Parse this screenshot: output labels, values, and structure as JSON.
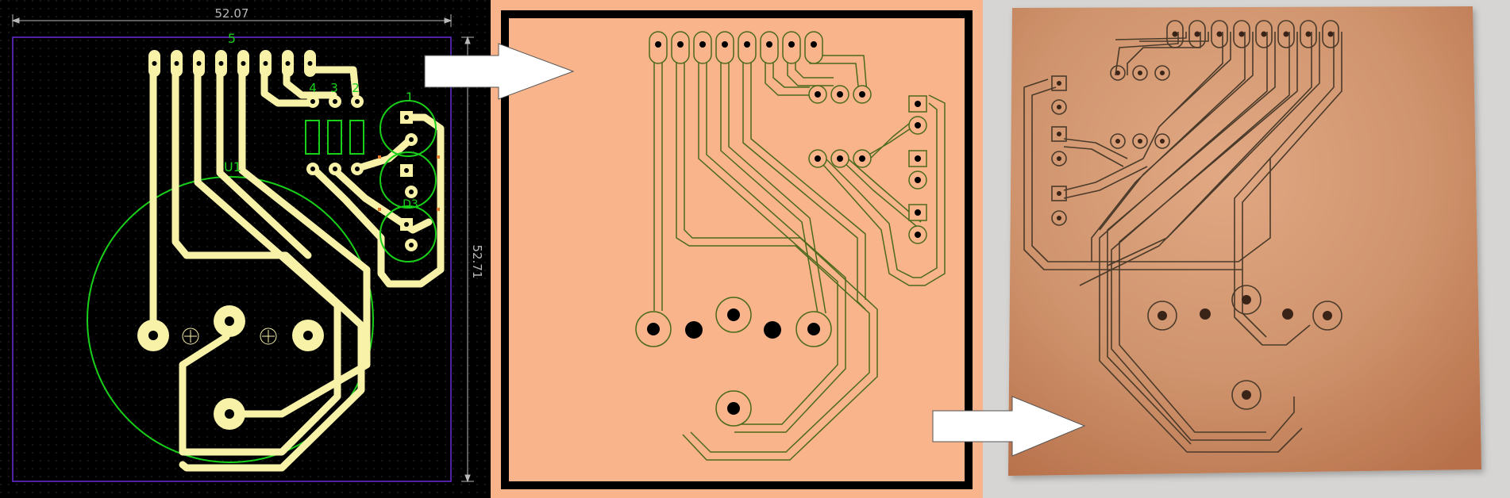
{
  "panels": {
    "layout": {
      "name": "pcb-layout-editor-view",
      "dimension_width": "52.07",
      "dimension_height": "52.71",
      "labels": {
        "header": "5",
        "j2": "4",
        "j3": "3",
        "j4": "2",
        "j1": "1",
        "u1": "U1",
        "d3": "D3"
      }
    },
    "mask": {
      "name": "toner-transfer-mask"
    },
    "board": {
      "name": "etched-copper-board-photo"
    }
  },
  "colors": {
    "editor_bg": "#000000",
    "editor_grid": "#2a2a2a",
    "copper_pad": "#f7f2a8",
    "silkscreen": "#19d019",
    "board_outline": "#6a2ad8",
    "dimension": "#b8b8b8",
    "mask_bg": "#f9b48b",
    "mask_trace": "#4a6a1a",
    "copper_board": "#c98a63",
    "arrow": "#ffffff"
  },
  "icons": [
    "right-arrow-icon",
    "right-arrow-icon"
  ]
}
